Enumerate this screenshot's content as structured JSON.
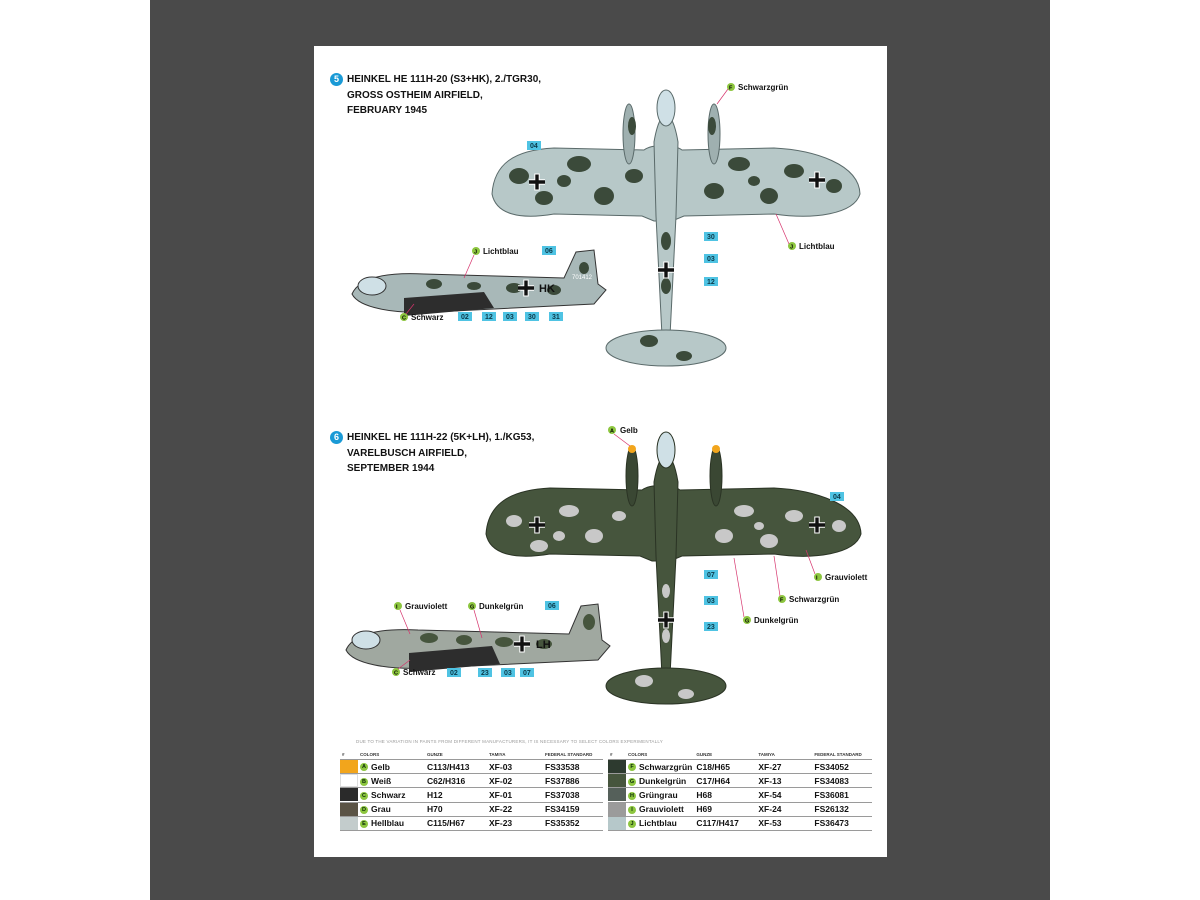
{
  "profiles": [
    {
      "number": "5",
      "title_lines": [
        "HEINKEL HE 111H-20 (S3+HK), 2./TGR30,",
        "GROSS OSTHEIM AIRFIELD,",
        "FEBRUARY 1945"
      ],
      "fuselage_code": "HK",
      "werk_nr": "701412",
      "callouts": [
        {
          "letter": "F",
          "name": "Schwarzgrün"
        },
        {
          "letter": "J",
          "name": "Lichtblau"
        },
        {
          "letter": "J",
          "name": "Lichtblau"
        },
        {
          "letter": "C",
          "name": "Schwarz"
        }
      ],
      "tags_top": [
        "04",
        "30",
        "03",
        "12"
      ],
      "tags_side": [
        "06",
        "02",
        "12",
        "03",
        "30",
        "31"
      ]
    },
    {
      "number": "6",
      "title_lines": [
        "HEINKEL HE 111H-22 (5K+LH), 1./KG53,",
        "VARELBUSCH AIRFIELD,",
        "SEPTEMBER 1944"
      ],
      "fuselage_code": "LH",
      "callouts": [
        {
          "letter": "A",
          "name": "Gelb"
        },
        {
          "letter": "I",
          "name": "Grauviolett"
        },
        {
          "letter": "F",
          "name": "Schwarzgrün"
        },
        {
          "letter": "G",
          "name": "Dunkelgrün"
        },
        {
          "letter": "I",
          "name": "Grauviolett"
        },
        {
          "letter": "G",
          "name": "Dunkelgrün"
        },
        {
          "letter": "C",
          "name": "Schwarz"
        }
      ],
      "tags_top": [
        "04",
        "07",
        "03",
        "23"
      ],
      "tags_side": [
        "06",
        "02",
        "23",
        "03",
        "07"
      ]
    }
  ],
  "disclaimer": "Due to the variation in paints from different manufacturers, it is necessary to select colors experimentally",
  "table_headers": [
    "#",
    "COLORS",
    "GUNZE",
    "TAMIYA",
    "FEDERAL STANDARD"
  ],
  "colors_left": [
    {
      "letter": "A",
      "name": "Gelb",
      "gunze": "C113/H413",
      "tamiya": "XF-03",
      "fs": "FS33538",
      "hex": "#f2a51c"
    },
    {
      "letter": "B",
      "name": "Weiß",
      "gunze": "C62/H316",
      "tamiya": "XF-02",
      "fs": "FS37886",
      "hex": "#ffffff"
    },
    {
      "letter": "C",
      "name": "Schwarz",
      "gunze": "H12",
      "tamiya": "XF-01",
      "fs": "FS37038",
      "hex": "#2a2a2a"
    },
    {
      "letter": "D",
      "name": "Grau",
      "gunze": "H70",
      "tamiya": "XF-22",
      "fs": "FS34159",
      "hex": "#5a5345"
    },
    {
      "letter": "E",
      "name": "Hellblau",
      "gunze": "C115/H67",
      "tamiya": "XF-23",
      "fs": "FS35352",
      "hex": "#c3cccc"
    }
  ],
  "colors_right": [
    {
      "letter": "F",
      "name": "Schwarzgrün",
      "gunze": "C18/H65",
      "tamiya": "XF-27",
      "fs": "FS34052",
      "hex": "#2d3a2f"
    },
    {
      "letter": "G",
      "name": "Dunkelgrün",
      "gunze": "C17/H64",
      "tamiya": "XF-13",
      "fs": "FS34083",
      "hex": "#46553d"
    },
    {
      "letter": "H",
      "name": "Grüngrau",
      "gunze": "H68",
      "tamiya": "XF-54",
      "fs": "FS36081",
      "hex": "#55605a"
    },
    {
      "letter": "I",
      "name": "Grauviolett",
      "gunze": "H69",
      "tamiya": "XF-24",
      "fs": "FS26132",
      "hex": "#9b9b9b"
    },
    {
      "letter": "J",
      "name": "Lichtblau",
      "gunze": "C117/H417",
      "tamiya": "XF-53",
      "fs": "FS36473",
      "hex": "#b6c8ca"
    }
  ],
  "accent": "#1a9ad6",
  "tag_color": "#4fc3e3",
  "dot_color": "#8dc63f"
}
